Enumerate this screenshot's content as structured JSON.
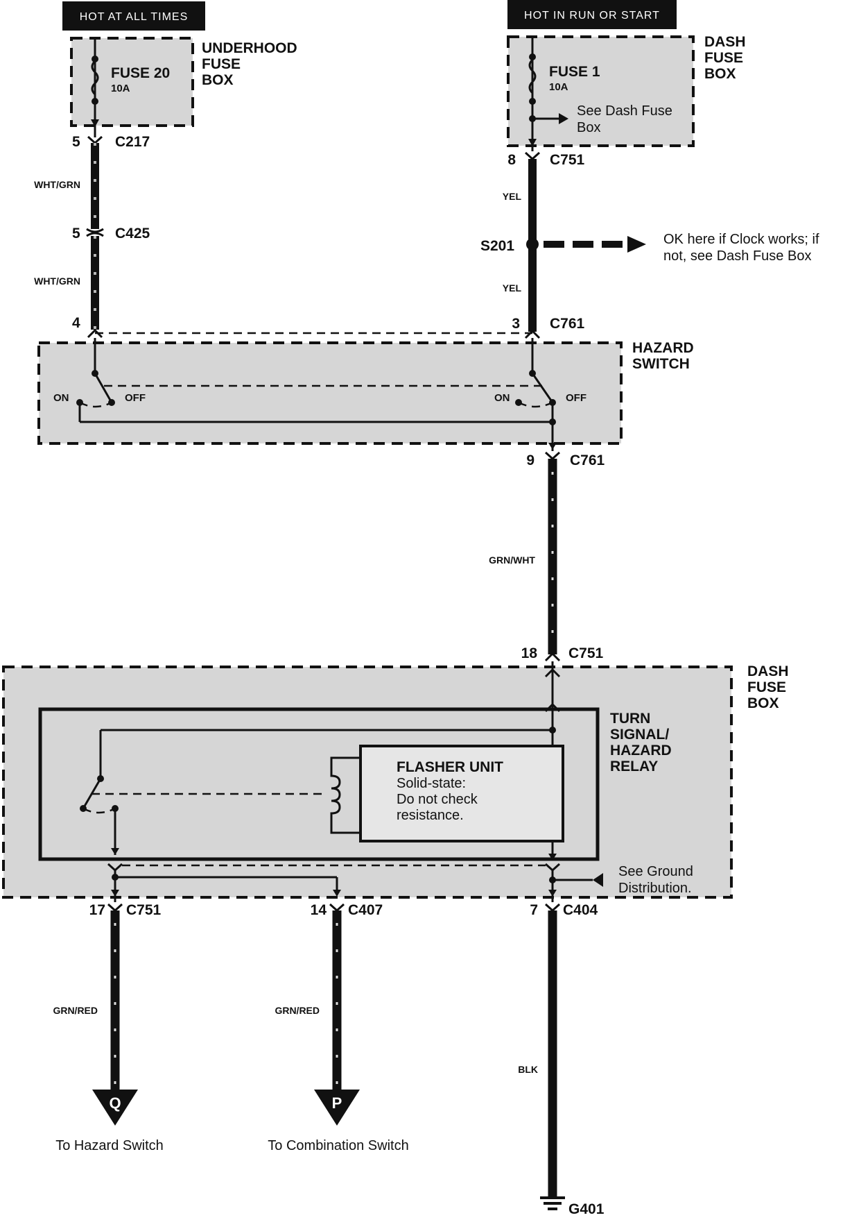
{
  "top_left": {
    "header": "HOT AT ALL TIMES",
    "fuse_box_label": [
      "UNDERHOOD",
      "FUSE",
      "BOX"
    ],
    "fuse_name": "FUSE 20",
    "fuse_rating": "10A"
  },
  "top_right": {
    "header": "HOT IN RUN OR START",
    "fuse_box_label": [
      "DASH",
      "FUSE",
      "BOX"
    ],
    "fuse_name": "FUSE 1",
    "fuse_rating": "10A",
    "see_note": [
      "See Dash Fuse",
      "Box"
    ]
  },
  "left_wire": {
    "c217_pin": "5",
    "c217": "C217",
    "wire_upper": "WHT/GRN",
    "c425_pin": "5",
    "c425": "C425",
    "wire_lower": "WHT/GRN",
    "hazard_in_pin": "4"
  },
  "right_wire": {
    "c751_pin": "8",
    "c751": "C751",
    "wire_upper": "YEL",
    "splice": "S201",
    "splice_note": [
      "OK here if Clock works; if",
      "not, see Dash Fuse Box"
    ],
    "wire_lower": "YEL",
    "c761_pin": "3",
    "c761": "C761"
  },
  "hazard_switch": {
    "label": [
      "HAZARD",
      "SWITCH"
    ],
    "left_on": "ON",
    "left_off": "OFF",
    "right_on": "ON",
    "right_off": "OFF",
    "out_pin": "9",
    "out_connector": "C761",
    "out_wire": "GRN/WHT"
  },
  "dash_fuse_box_lower": {
    "in_pin": "18",
    "in_connector": "C751",
    "label": [
      "DASH",
      "FUSE",
      "BOX"
    ],
    "relay_label": [
      "TURN",
      "SIGNAL/",
      "HAZARD",
      "RELAY"
    ],
    "flasher_title": "FLASHER UNIT",
    "flasher_note": [
      "Solid-state:",
      "Do not check",
      "resistance."
    ],
    "ground_note": [
      "See Ground",
      "Distribution."
    ]
  },
  "outputs": {
    "left": {
      "pin": "17",
      "connector": "C751",
      "wire": "GRN/RED",
      "letter": "Q",
      "caption": "To Hazard Switch"
    },
    "middle": {
      "pin": "14",
      "connector": "C407",
      "wire": "GRN/RED",
      "letter": "P",
      "caption": "To Combination Switch"
    },
    "right": {
      "pin": "7",
      "connector": "C404",
      "wire": "BLK",
      "ground": "G401"
    }
  }
}
